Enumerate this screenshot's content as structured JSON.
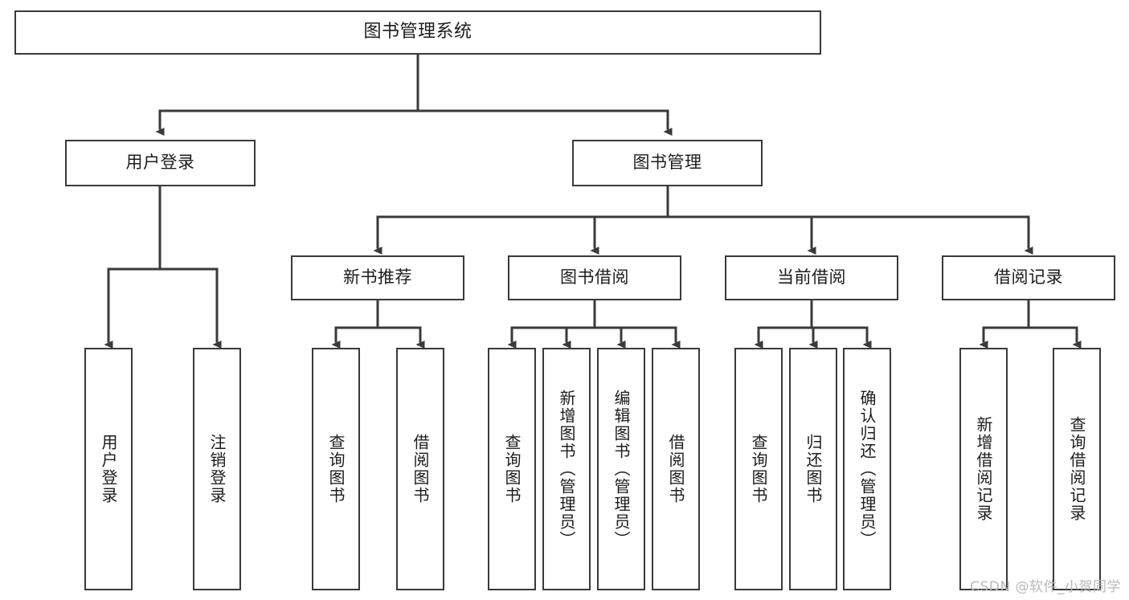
{
  "diagram": {
    "type": "tree-hierarchy-chart",
    "title": "图书管理系统",
    "watermark": "CSDN @软件_小贺同学",
    "colors": {
      "stroke": "#3a3a3a",
      "fill": "#ffffff",
      "text": "#1c1c1c",
      "watermark": "#b9b9b9"
    },
    "nodes": {
      "root": {
        "label": "图书管理系统"
      },
      "level2": [
        {
          "id": "user-login",
          "label": "用户登录"
        },
        {
          "id": "book-management",
          "label": "图书管理"
        }
      ],
      "level3": [
        {
          "id": "new-book-recommend",
          "label": "新书推荐"
        },
        {
          "id": "book-borrow",
          "label": "图书借阅"
        },
        {
          "id": "current-borrow",
          "label": "当前借阅"
        },
        {
          "id": "borrow-record",
          "label": "借阅记录"
        }
      ],
      "leaves": {
        "user-login": [
          {
            "id": "leaf-user-login",
            "label": "用户登录"
          },
          {
            "id": "leaf-logout-login",
            "label": "注销登录"
          }
        ],
        "new-book-recommend": [
          {
            "id": "leaf-query-book-1",
            "label": "查询图书"
          },
          {
            "id": "leaf-borrow-book-1",
            "label": "借阅图书"
          }
        ],
        "book-borrow": [
          {
            "id": "leaf-query-book-2",
            "label": "查询图书"
          },
          {
            "id": "leaf-add-book",
            "label": "新增图书（管理员）"
          },
          {
            "id": "leaf-edit-book",
            "label": "编辑图书（管理员）"
          },
          {
            "id": "leaf-borrow-book-2",
            "label": "借阅图书"
          }
        ],
        "current-borrow": [
          {
            "id": "leaf-query-book-3",
            "label": "查询图书"
          },
          {
            "id": "leaf-return-book",
            "label": "归还图书"
          },
          {
            "id": "leaf-confirm-return",
            "label": "确认归还（管理员）"
          }
        ],
        "borrow-record": [
          {
            "id": "leaf-add-record",
            "label": "新增借阅记录"
          },
          {
            "id": "leaf-query-record",
            "label": "查询借阅记录"
          }
        ]
      }
    }
  }
}
